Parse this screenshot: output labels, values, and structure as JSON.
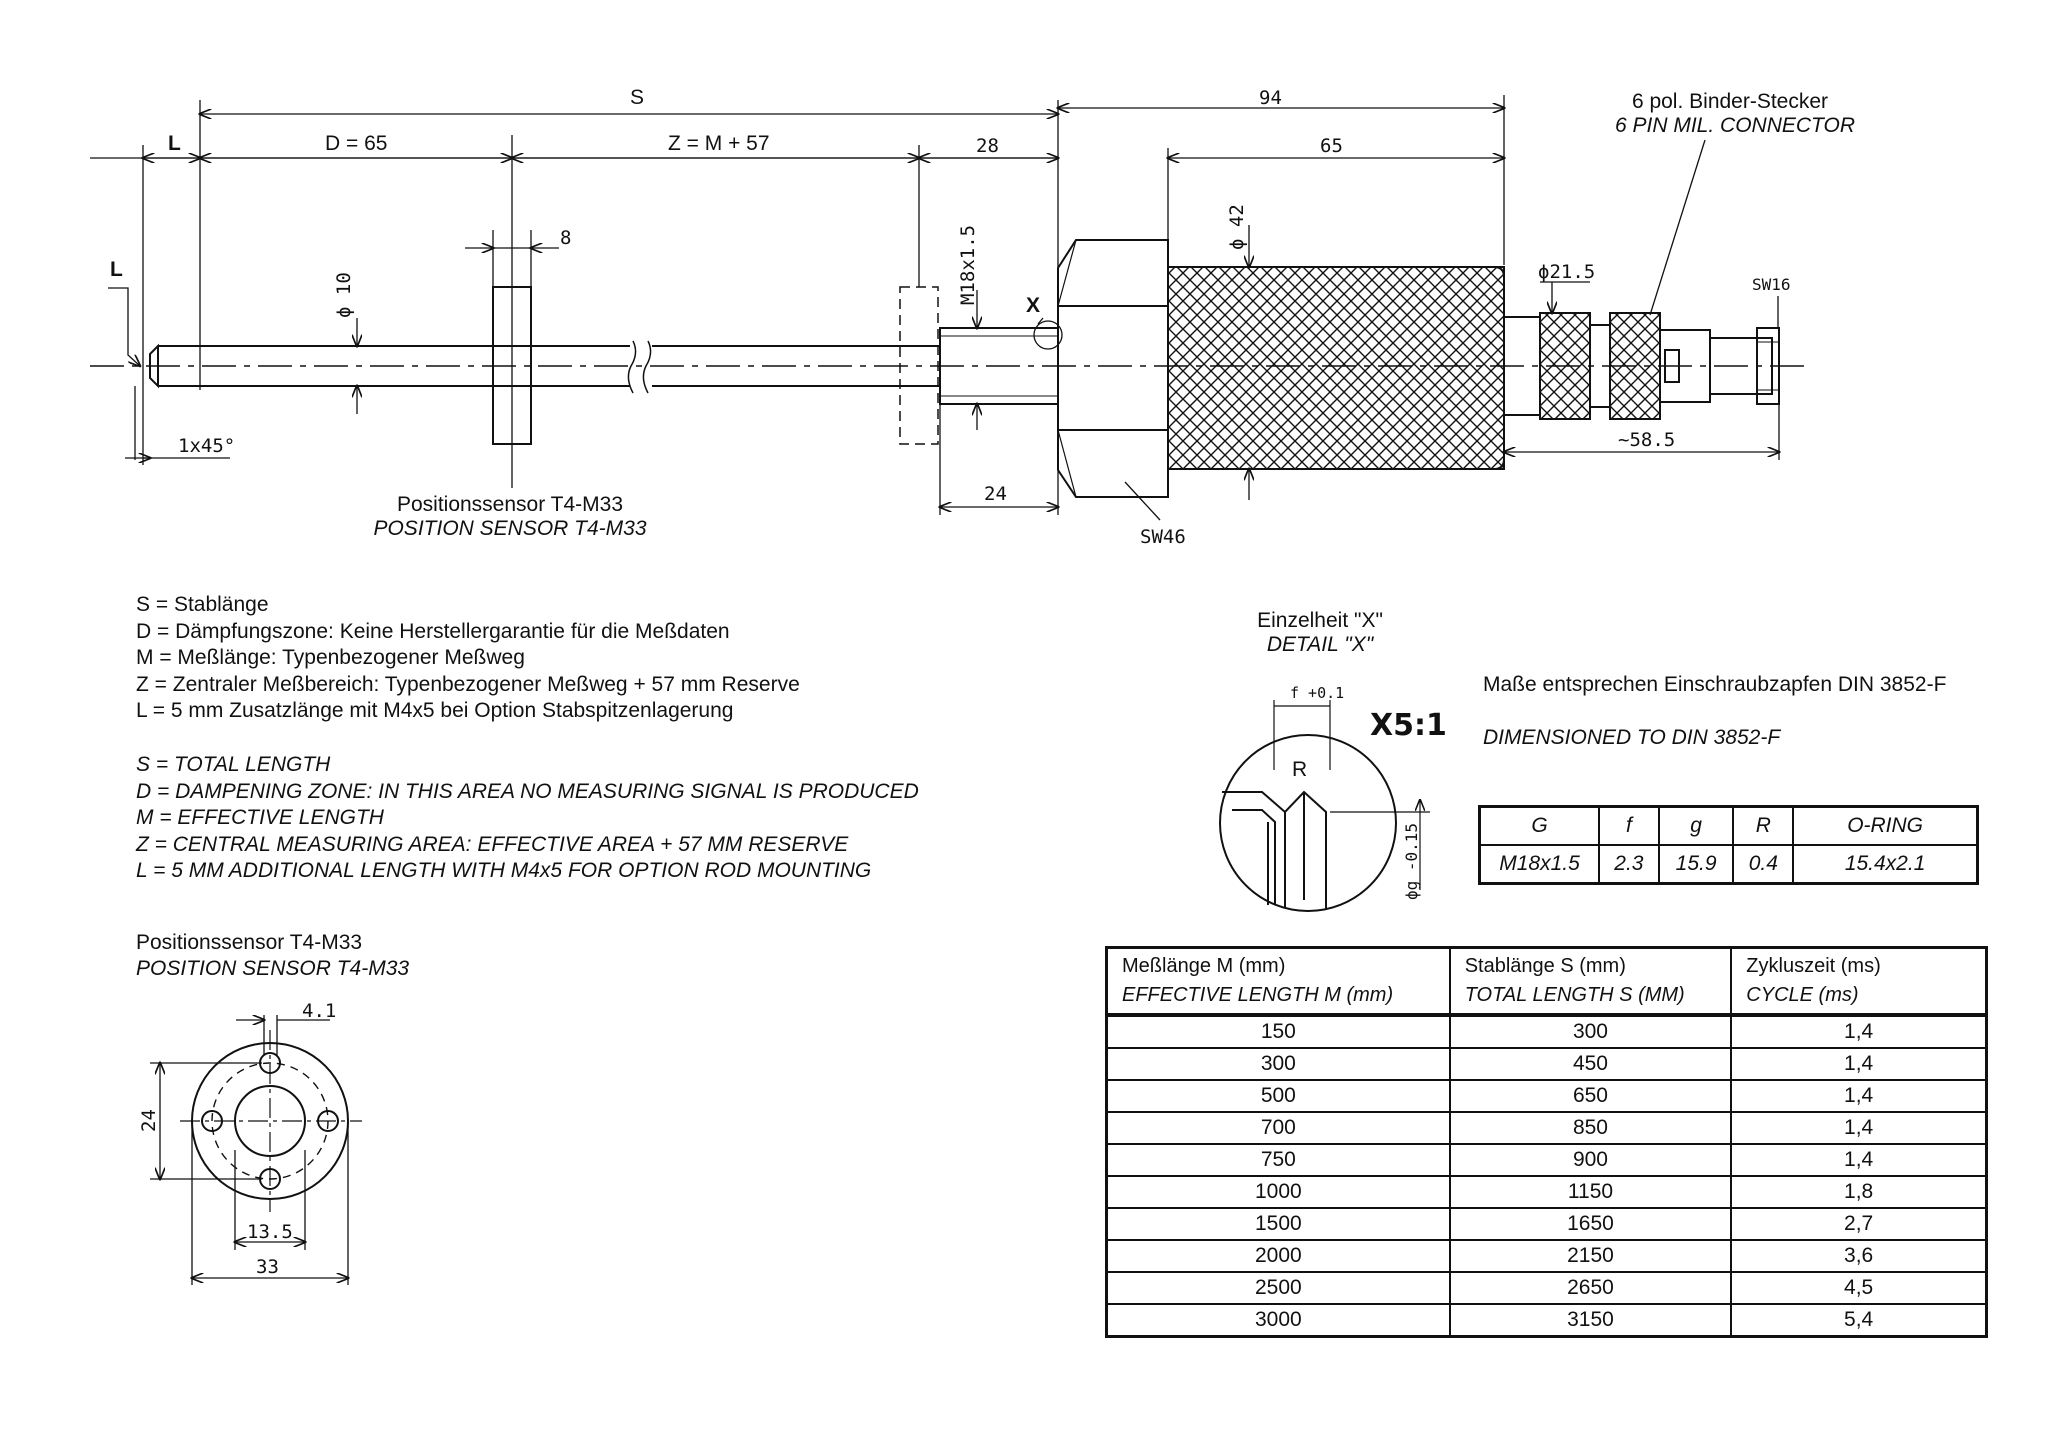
{
  "main_drawing": {
    "dimensions": {
      "S": "S",
      "L": "L",
      "L_tip": "L",
      "D": "D = 65",
      "Z": "Z = M + 57",
      "d28": "28",
      "d94": "94",
      "d65": "65",
      "d8": "8",
      "phi10": "ϕ 10",
      "m18": "M18x1.5",
      "x_mark": "X",
      "phi42": "ϕ 42",
      "phi21": "ϕ21.5",
      "sw16": "SW16",
      "d24": "24",
      "d58": "~58.5",
      "sw46": "SW46",
      "chamfer": "1x45°"
    },
    "connector_label": {
      "de": "6 pol. Binder-Stecker",
      "en": "6 PIN MIL. CONNECTOR"
    },
    "sensor_label": {
      "de": "Positionssensor T4-M33",
      "en": "POSITION SENSOR T4-M33"
    }
  },
  "legend_de": [
    "S = Stablänge",
    "D = Dämpfungszone: Keine Herstellergarantie für die Meßdaten",
    "M = Meßlänge: Typenbezogener Meßweg",
    "Z = Zentraler Meßbereich: Typenbezogener Meßweg + 57 mm Reserve",
    "L = 5 mm Zusatzlänge mit M4x5 bei Option Stabspitzenlagerung"
  ],
  "legend_en": [
    "S = TOTAL LENGTH",
    "D = DAMPENING ZONE: IN THIS AREA NO MEASURING SIGNAL IS PRODUCED",
    "M = EFFECTIVE LENGTH",
    "Z = CENTRAL MEASURING AREA: EFFECTIVE AREA + 57 MM RESERVE",
    "L = 5 MM ADDITIONAL LENGTH WITH M4x5 FOR OPTION ROD MOUNTING"
  ],
  "detail": {
    "title_de": "Einzelheit \"X\"",
    "title_en": "DETAIL \"X\"",
    "scale": "X5:1",
    "f_label": "f +0.1",
    "r_label": "R",
    "g_label": "ϕg -0.15"
  },
  "din_note": {
    "de": "Maße entsprechen Einschraubzapfen DIN 3852-F",
    "en": "DIMENSIONED TO DIN 3852-F"
  },
  "ring_table": {
    "headers": [
      "G",
      "f",
      "g",
      "R",
      "O-RING"
    ],
    "row": [
      "M18x1.5",
      "2.3",
      "15.9",
      "0.4",
      "15.4x2.1"
    ]
  },
  "sensor_view": {
    "title_de": "Positionssensor T4-M33",
    "title_en": "POSITION SENSOR T4-M33",
    "d41": "4.1",
    "d24": "24",
    "d135": "13.5",
    "d33": "33"
  },
  "length_table": {
    "headers": [
      {
        "de": "Meßlänge M (mm)",
        "en": "EFFECTIVE LENGTH M (mm)"
      },
      {
        "de": "Stablänge S (mm)",
        "en": "TOTAL LENGTH S (MM)"
      },
      {
        "de": "Zykluszeit (ms)",
        "en": "CYCLE (ms)"
      }
    ],
    "rows": [
      [
        "150",
        "300",
        "1,4"
      ],
      [
        "300",
        "450",
        "1,4"
      ],
      [
        "500",
        "650",
        "1,4"
      ],
      [
        "700",
        "850",
        "1,4"
      ],
      [
        "750",
        "900",
        "1,4"
      ],
      [
        "1000",
        "1150",
        "1,8"
      ],
      [
        "1500",
        "1650",
        "2,7"
      ],
      [
        "2000",
        "2150",
        "3,6"
      ],
      [
        "2500",
        "2650",
        "4,5"
      ],
      [
        "3000",
        "3150",
        "5,4"
      ]
    ]
  }
}
